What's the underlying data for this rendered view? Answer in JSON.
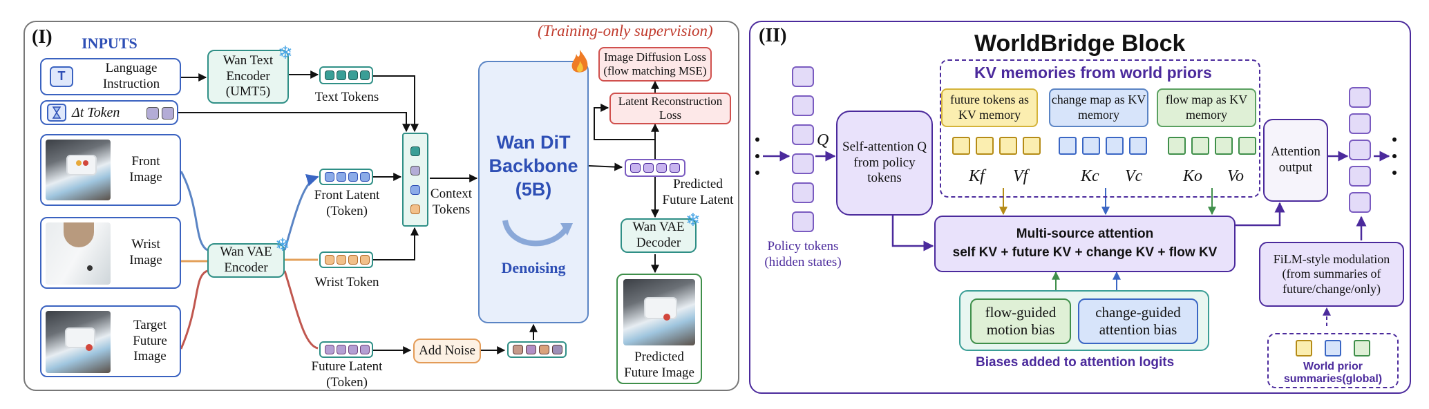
{
  "panel1": {
    "marker": "(I)",
    "inputs_title": "INPUTS",
    "training_note": "(Training-only supervision)",
    "lang_icon": "T",
    "lang_label": "Language Instruction",
    "dt_label": "Δt Token",
    "front_label": "Front Image",
    "wrist_label": "Wrist Image",
    "target_label": "Target Future Image",
    "text_encoder": "Wan Text Encoder (UMT5)",
    "text_tokens": "Text Tokens",
    "vae_encoder": "Wan VAE Encoder",
    "front_latent": "Front Latent (Token)",
    "wrist_token": "Wrist Token",
    "future_latent": "Future Latent (Token)",
    "add_noise": "Add Noise",
    "context_tokens": "Context Tokens",
    "dit_title": "Wan DiT Backbone (5B)",
    "denoising": "Denoising",
    "diffusion_loss": "Image Diffusion Loss (flow matching MSE)",
    "recon_loss": "Latent Reconstruction Loss",
    "predicted_latent": "Predicted Future Latent",
    "vae_decoder": "Wan VAE Decoder",
    "predicted_image": "Predicted Future Image"
  },
  "panel2": {
    "marker": "(II)",
    "title": "WorldBridge Block",
    "q_label": "Q",
    "policy_tokens": "Policy tokens (hidden states)",
    "self_attention": "Self-attention Q from policy tokens",
    "kv_title": "KV memories from world priors",
    "future_kv": "future tokens as KV memory",
    "change_kv": "change map as KV memory",
    "flow_kv": "flow map as KV memory",
    "kf": "Kf",
    "vf": "Vf",
    "kc": "Kc",
    "vc": "Vc",
    "ko": "Ko",
    "vo": "Vo",
    "attention_output": "Attention output",
    "multi_title": "Multi-source attention",
    "multi_sub": "self KV + future KV + change KV + flow KV",
    "flow_bias": "flow-guided motion bias",
    "change_bias": "change-guided attention bias",
    "biases_caption": "Biases added to attention logits",
    "film": "FiLM-style modulation (from summaries of future/change/only)",
    "world_prior": "World prior summaries(global)"
  },
  "colors": {
    "blue": "#2e4fb5",
    "purple": "#4b2a9c",
    "red_note": "#c0392b",
    "lavender": "#e9e2fb",
    "mint": "#e8f6f1",
    "pink": "#fde8e8",
    "future_yellow": "#fbeeb0",
    "change_blue": "#d7e4fa",
    "flow_green": "#dff0d6"
  },
  "icons": [
    "text-t-icon",
    "hourglass-icon",
    "snowflake-icon",
    "flame-icon",
    "denoise-arrows-icon"
  ]
}
